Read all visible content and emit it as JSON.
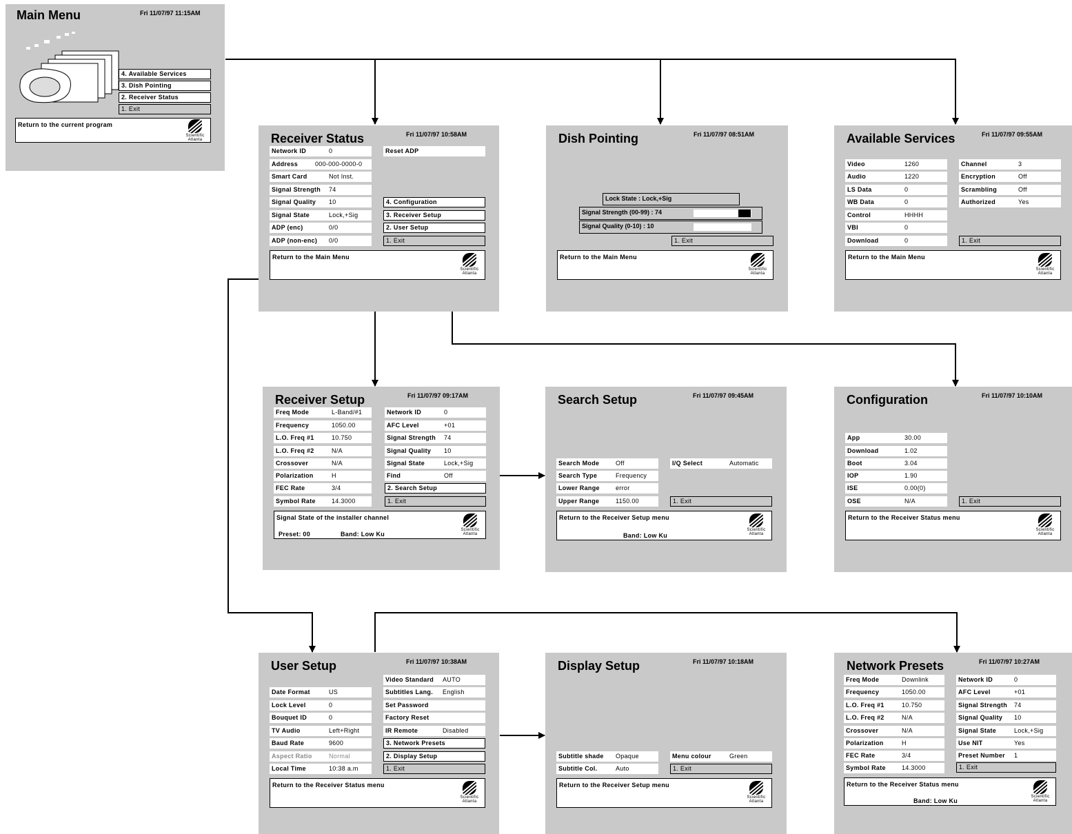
{
  "logo": {
    "line1": "Scientific",
    "line2": "Atlanta"
  },
  "main_menu": {
    "title": "Main Menu",
    "time": "Fri 11/07/97 11:15AM",
    "items": [
      "4. Available Services",
      "3. Dish Pointing",
      "2. Receiver Status",
      "1. Exit"
    ],
    "help": "Return to the current program"
  },
  "receiver_status": {
    "title": "Receiver Status",
    "time": "Fri 11/07/97 10:58AM",
    "fields": [
      {
        "label": "Network ID",
        "value": "0"
      },
      {
        "label": "Address",
        "value": "000-000-0000-0"
      },
      {
        "label": "Smart Card",
        "value": "Not Inst."
      },
      {
        "label": "Signal Strength",
        "value": "74"
      },
      {
        "label": "Signal Quality",
        "value": "10"
      },
      {
        "label": "Signal State",
        "value": "Lock,+Sig"
      },
      {
        "label": "ADP (enc)",
        "value": "0/0"
      },
      {
        "label": "ADP (non-enc)",
        "value": "0/0"
      }
    ],
    "reset": "Reset ADP",
    "items": [
      "4. Configuration",
      "3. Receiver Setup",
      "2. User Setup",
      "1. Exit"
    ],
    "help": "Return to the Main Menu"
  },
  "dish_pointing": {
    "title": "Dish Pointing",
    "time": "Fri 11/07/97 08:51AM",
    "lock_state": "Lock State : Lock,+Sig",
    "signal_strength_label": "Signal Strength (00-99) : 74",
    "signal_strength_level": 0.74,
    "signal_quality_label": "Signal Quality (0-10) : 10",
    "signal_quality_level": 1.0,
    "exit": "1. Exit",
    "help": "Return to the Main Menu"
  },
  "available_services": {
    "title": "Available Services",
    "time": "Fri 11/07/97 09:55AM",
    "left": [
      {
        "label": "Video",
        "value": "1260"
      },
      {
        "label": "Audio",
        "value": "1220"
      },
      {
        "label": "LS Data",
        "value": "0"
      },
      {
        "label": "WB Data",
        "value": "0"
      },
      {
        "label": "Control",
        "value": "HHHH"
      },
      {
        "label": "VBI",
        "value": "0"
      },
      {
        "label": "Download",
        "value": "0"
      }
    ],
    "right": [
      {
        "label": "Channel",
        "value": "3"
      },
      {
        "label": "Encryption",
        "value": "Off"
      },
      {
        "label": "Scrambling",
        "value": "Off"
      },
      {
        "label": "Authorized",
        "value": "Yes"
      }
    ],
    "exit": "1. Exit",
    "help": "Return to the Main Menu"
  },
  "receiver_setup": {
    "title": "Receiver Setup",
    "time": "Fri 11/07/97 09:17AM",
    "left": [
      {
        "label": "Freq Mode",
        "value": "L-Band/#1"
      },
      {
        "label": "Frequency",
        "value": "1050.00"
      },
      {
        "label": "L.O. Freq #1",
        "value": "10.750"
      },
      {
        "label": "L.O. Freq #2",
        "value": "N/A"
      },
      {
        "label": "Crossover",
        "value": "N/A"
      },
      {
        "label": "Polarization",
        "value": "H"
      },
      {
        "label": "FEC Rate",
        "value": "3/4"
      },
      {
        "label": "Symbol Rate",
        "value": "14.3000"
      }
    ],
    "right": [
      {
        "label": "Network ID",
        "value": "0"
      },
      {
        "label": "AFC Level",
        "value": "+01"
      },
      {
        "label": "Signal Strength",
        "value": "74"
      },
      {
        "label": "Signal Quality",
        "value": "10"
      },
      {
        "label": "Signal State",
        "value": "Lock,+Sig"
      },
      {
        "label": "Find",
        "value": "Off"
      }
    ],
    "items": [
      "2. Search Setup",
      "1. Exit"
    ],
    "help": "Signal State of the installer channel",
    "preset": "Preset: 00",
    "band": "Band: Low Ku"
  },
  "search_setup": {
    "title": "Search Setup",
    "time": "Fri 11/07/97 09:45AM",
    "fields": [
      {
        "label": "Search Mode",
        "value": "Off"
      },
      {
        "label": "Search Type",
        "value": "Frequency"
      },
      {
        "label": "Lower Range",
        "value": "error"
      },
      {
        "label": "Upper Range",
        "value": "1150.00"
      }
    ],
    "iq": {
      "label": "I/Q Select",
      "value": "Automatic"
    },
    "exit": "1. Exit",
    "help": "Return to the Receiver Setup menu",
    "band": "Band: Low Ku"
  },
  "configuration": {
    "title": "Configuration",
    "time": "Fri 11/07/97 10:10AM",
    "fields": [
      {
        "label": "App",
        "value": "30.00"
      },
      {
        "label": "Download",
        "value": "1.02"
      },
      {
        "label": "Boot",
        "value": "3.04"
      },
      {
        "label": "IOP",
        "value": "1.90"
      },
      {
        "label": "ISE",
        "value": "0.00(0)"
      },
      {
        "label": "OSE",
        "value": "N/A"
      }
    ],
    "exit": "1. Exit",
    "help": "Return to the Receiver Status menu"
  },
  "user_setup": {
    "title": "User Setup",
    "time": "Fri 11/07/97 10:38AM",
    "left": [
      {
        "label": "Date Format",
        "value": "US"
      },
      {
        "label": "Lock Level",
        "value": "0"
      },
      {
        "label": "Bouquet ID",
        "value": "0"
      },
      {
        "label": "TV Audio",
        "value": "Left+Right"
      },
      {
        "label": "Baud Rate",
        "value": "9600"
      },
      {
        "label": "Aspect Ratio",
        "value": "Normal"
      },
      {
        "label": "Local Time",
        "value": "10:38 a.m"
      }
    ],
    "right": [
      {
        "label": "Video Standard",
        "value": "AUTO"
      },
      {
        "label": "Subtitles Lang.",
        "value": "English"
      },
      {
        "label": "Set Password",
        "value": ""
      },
      {
        "label": "Factory Reset",
        "value": ""
      },
      {
        "label": "IR Remote",
        "value": "Disabled"
      }
    ],
    "items": [
      "3. Network Presets",
      "2. Display Setup",
      "1. Exit"
    ],
    "help": "Return to the Receiver Status menu"
  },
  "display_setup": {
    "title": "Display Setup",
    "time": "Fri 11/07/97 10:18AM",
    "subtitle_shade": {
      "label": "Subtitle shade",
      "value": "Opaque"
    },
    "subtitle_col": {
      "label": "Subtitle Col.",
      "value": "Auto"
    },
    "menu_colour": {
      "label": "Menu colour",
      "value": "Green"
    },
    "exit": "1. Exit",
    "help": "Return to the Receiver Setup menu"
  },
  "network_presets": {
    "title": "Network Presets",
    "time": "Fri 11/07/97 10:27AM",
    "left": [
      {
        "label": "Freq Mode",
        "value": "Downlink"
      },
      {
        "label": "Frequency",
        "value": "1050.00"
      },
      {
        "label": "L.O. Freq #1",
        "value": "10.750"
      },
      {
        "label": "L.O. Freq #2",
        "value": "N/A"
      },
      {
        "label": "Crossover",
        "value": "N/A"
      },
      {
        "label": "Polarization",
        "value": "H"
      },
      {
        "label": "FEC Rate",
        "value": "3/4"
      },
      {
        "label": "Symbol Rate",
        "value": "14.3000"
      }
    ],
    "right": [
      {
        "label": "Network ID",
        "value": "0"
      },
      {
        "label": "AFC Level",
        "value": "+01"
      },
      {
        "label": "Signal Strength",
        "value": "74"
      },
      {
        "label": "Signal Quality",
        "value": "10"
      },
      {
        "label": "Signal State",
        "value": "Lock,+Sig"
      },
      {
        "label": "Use NIT",
        "value": "Yes"
      },
      {
        "label": "Preset Number",
        "value": "1"
      }
    ],
    "exit": "1. Exit",
    "help": "Return to the Receiver Status menu",
    "band": "Band: Low Ku"
  }
}
